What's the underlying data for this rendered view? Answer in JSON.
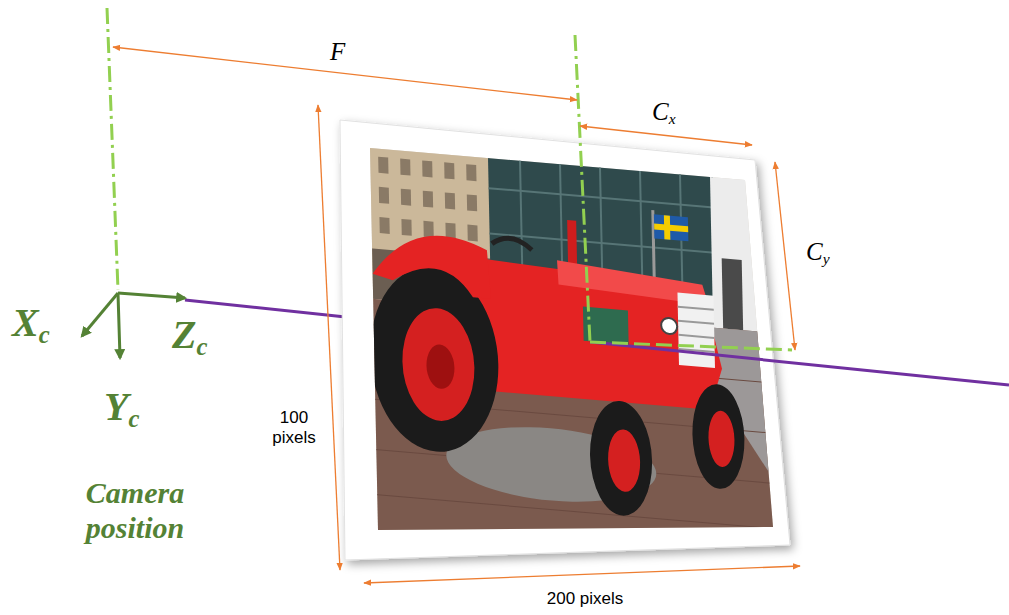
{
  "diagram": {
    "labels": [
      "F",
      "Cx",
      "Cy",
      "Xc",
      "Zc",
      "Yc",
      "100 pixels",
      "Camera position",
      "200 pixels"
    ]
  }
}
